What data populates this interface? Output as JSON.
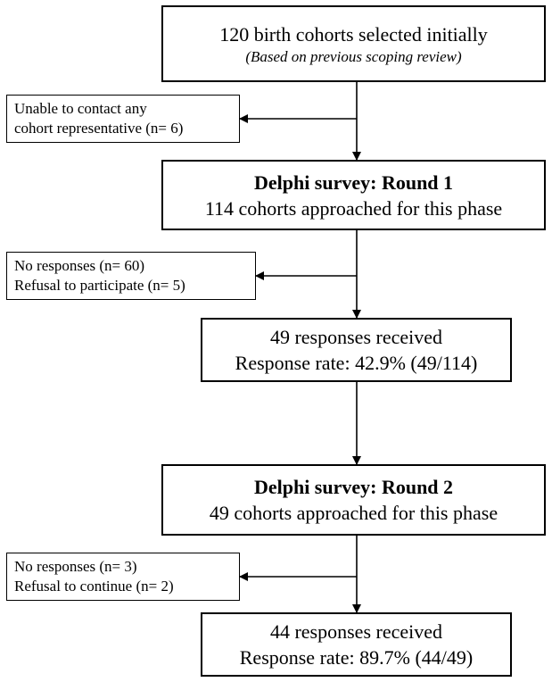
{
  "boxes": {
    "initial": {
      "line1": "120 birth cohorts selected initially",
      "line2": "(Based on previous scoping review)"
    },
    "round1": {
      "title": "Delphi survey: Round 1",
      "line2": "114 cohorts approached for this phase"
    },
    "responses1": {
      "line1": "49 responses received",
      "line2": "Response rate: 42.9% (49/114)"
    },
    "round2": {
      "title": "Delphi survey: Round 2",
      "line2": "49 cohorts approached for this phase"
    },
    "responses2": {
      "line1": "44 responses received",
      "line2": "Response rate: 89.7% (44/49)"
    }
  },
  "exclusions": {
    "ex1": {
      "line1": "Unable to contact any",
      "line2": "cohort representative (n= 6)"
    },
    "ex2": {
      "line1": "No responses (n= 60)",
      "line2": "Refusal to participate (n= 5)"
    },
    "ex3": {
      "line1": "No responses (n= 3)",
      "line2": "Refusal to continue (n= 2)"
    }
  }
}
